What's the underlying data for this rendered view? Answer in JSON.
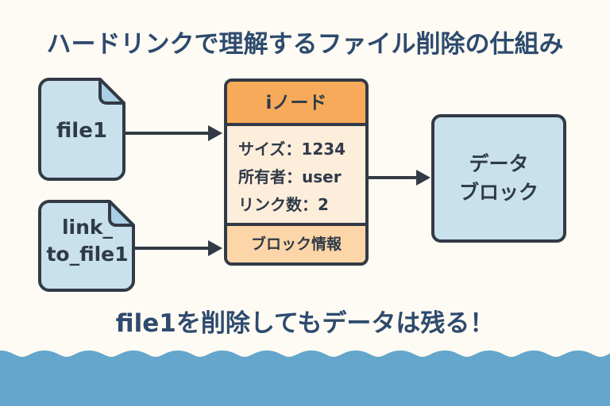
{
  "title": "ハードリンクで理解するファイル削除の仕組み",
  "files": [
    {
      "name": "file1",
      "lines": [
        "file1"
      ]
    },
    {
      "name": "link_to_file1",
      "lines": [
        "link_",
        "to_file1"
      ]
    }
  ],
  "inode": {
    "header": "iノード",
    "rows": [
      {
        "label": "サイズ",
        "value": "1234",
        "text": "サイズ：1234"
      },
      {
        "label": "所有者",
        "value": "user",
        "text": "所有者：user"
      },
      {
        "label": "リンク数",
        "value": "2",
        "text": "リンク数：2"
      }
    ],
    "footer": "ブロック情報"
  },
  "data_block": {
    "lines": [
      "データ",
      "ブロック"
    ]
  },
  "message": "file1を削除してもデータは残る！",
  "colors": {
    "file_fill": "#c9e1ed",
    "inode_header": "#f7ab5a",
    "inode_body": "#fdeedb",
    "inode_footer": "#fcd5a8",
    "stroke": "#323a45",
    "title_text": "#2e4a6e",
    "wave": "#64a6cc",
    "background": "#fdfbf3"
  }
}
